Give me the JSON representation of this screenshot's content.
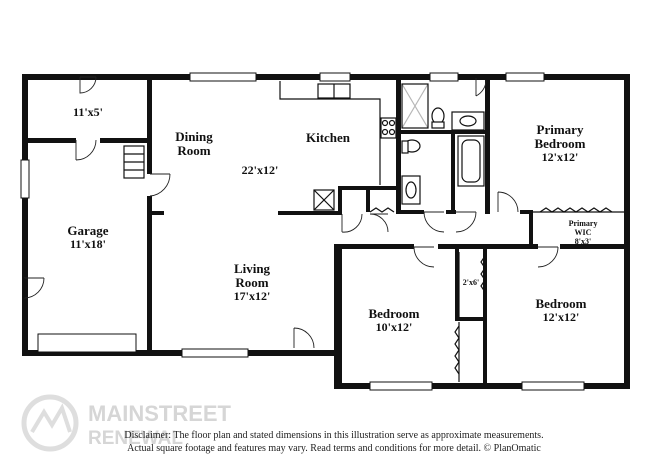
{
  "rooms": {
    "storage": {
      "dims": "11'x5'"
    },
    "dining": {
      "name_line1": "Dining",
      "name_line2": "Room"
    },
    "kitchen": {
      "name": "Kitchen"
    },
    "kitchen_dims": "22'x12'",
    "garage": {
      "name": "Garage",
      "dims": "11'x18'"
    },
    "living": {
      "name_line1": "Living",
      "name_line2": "Room",
      "dims": "17'x12'"
    },
    "primary_bedroom": {
      "name_line1": "Primary",
      "name_line2": "Bedroom",
      "dims": "12'x12'"
    },
    "primary_wic": {
      "name_line1": "Primary",
      "name_line2": "WIC",
      "dims": "8'x3'"
    },
    "closet": {
      "dims": "2'x6'"
    },
    "bedroom2": {
      "name": "Bedroom",
      "dims": "10'x12'"
    },
    "bedroom3": {
      "name": "Bedroom",
      "dims": "12'x12'"
    }
  },
  "disclaimer": {
    "line1": "Disclaimer: The floor plan and stated dimensions in this illustration serve as approximate measurements.",
    "line2": "Actual square footage and features may vary. Read terms and conditions for more detail. © PlanOmatic"
  },
  "watermark": {
    "line1": "MAINSTREET",
    "line2": "RENEWAL",
    "logo": "mainstreet-logo"
  }
}
